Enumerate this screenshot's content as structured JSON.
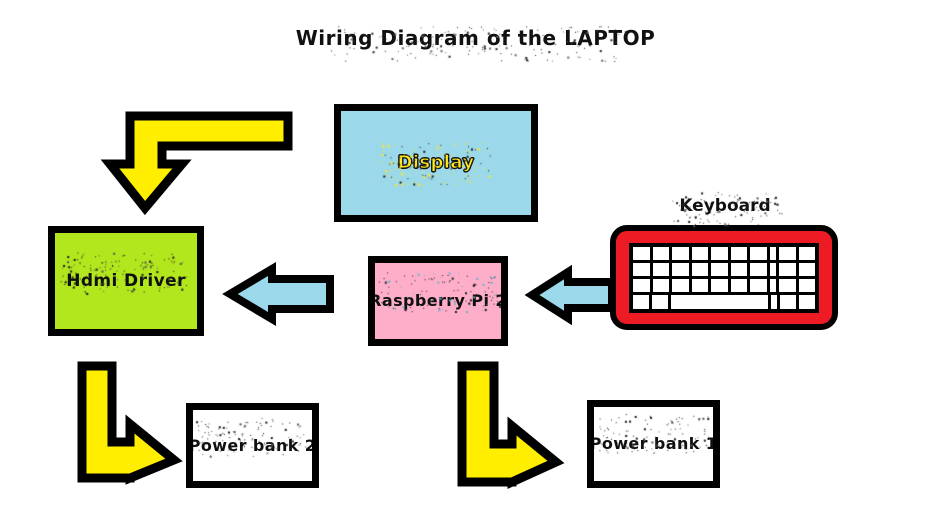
{
  "diagram": {
    "title": "Wiring Diagram of the LAPTOP",
    "background_color": "#ffffff"
  },
  "nodes": [
    {
      "id": "display",
      "label": "Display",
      "fill_color": "#9bd8e9",
      "border_color": "#000000",
      "text_color": "#ffe81f"
    },
    {
      "id": "hdmi_driver",
      "label": "Hdmi Driver",
      "fill_color": "#b2e61d",
      "border_color": "#000000",
      "text_color": "#101010"
    },
    {
      "id": "raspberry_pi",
      "label": "Raspberry Pi 2",
      "fill_color": "#ffaec9",
      "border_color": "#000000",
      "text_color": "#101010"
    },
    {
      "id": "power_bank_2",
      "label": "Power bank 2",
      "fill_color": "#ffffff",
      "border_color": "#000000",
      "text_color": "#101010"
    },
    {
      "id": "power_bank_1",
      "label": "Power bank 1",
      "fill_color": "#ffffff",
      "border_color": "#000000",
      "text_color": "#101010"
    }
  ],
  "keyboard": {
    "label": "Keyboard",
    "body_color": "#ed1c24",
    "border_color": "#000000",
    "key_color": "#ffffff",
    "rows": [
      [
        "key",
        "key",
        "key",
        "key",
        "key",
        "key",
        "key",
        "narrow",
        "key",
        "key"
      ],
      [
        "key",
        "key",
        "key",
        "key",
        "key",
        "key",
        "key",
        "narrow",
        "key",
        "key"
      ],
      [
        "key",
        "key",
        "key",
        "key",
        "key",
        "key",
        "key",
        "narrow",
        "key",
        "key"
      ],
      [
        "key",
        "key",
        "space",
        "narrow",
        "key",
        "key"
      ]
    ]
  },
  "arrows": [
    {
      "id": "display-to-hdmi",
      "from": "display",
      "to": "hdmi_driver",
      "shape": "elbow-right-to-down",
      "fill_color": "#ffee00",
      "stroke_color": "#000000"
    },
    {
      "id": "hdmi-to-raspberry",
      "from": "raspberry_pi",
      "to": "hdmi_driver",
      "shape": "straight-left",
      "fill_color": "#9bd8e9",
      "stroke_color": "#000000"
    },
    {
      "id": "keyboard-to-raspberry",
      "from": "keyboard",
      "to": "raspberry_pi",
      "shape": "straight-left",
      "fill_color": "#9bd8e9",
      "stroke_color": "#000000"
    },
    {
      "id": "hdmi-to-powerbank2",
      "from": "hdmi_driver",
      "to": "power_bank_2",
      "shape": "elbow-down-to-right",
      "fill_color": "#ffee00",
      "stroke_color": "#000000"
    },
    {
      "id": "raspberry-to-powerbank1",
      "from": "raspberry_pi",
      "to": "power_bank_1",
      "shape": "elbow-down-to-right",
      "fill_color": "#ffee00",
      "stroke_color": "#000000"
    }
  ]
}
